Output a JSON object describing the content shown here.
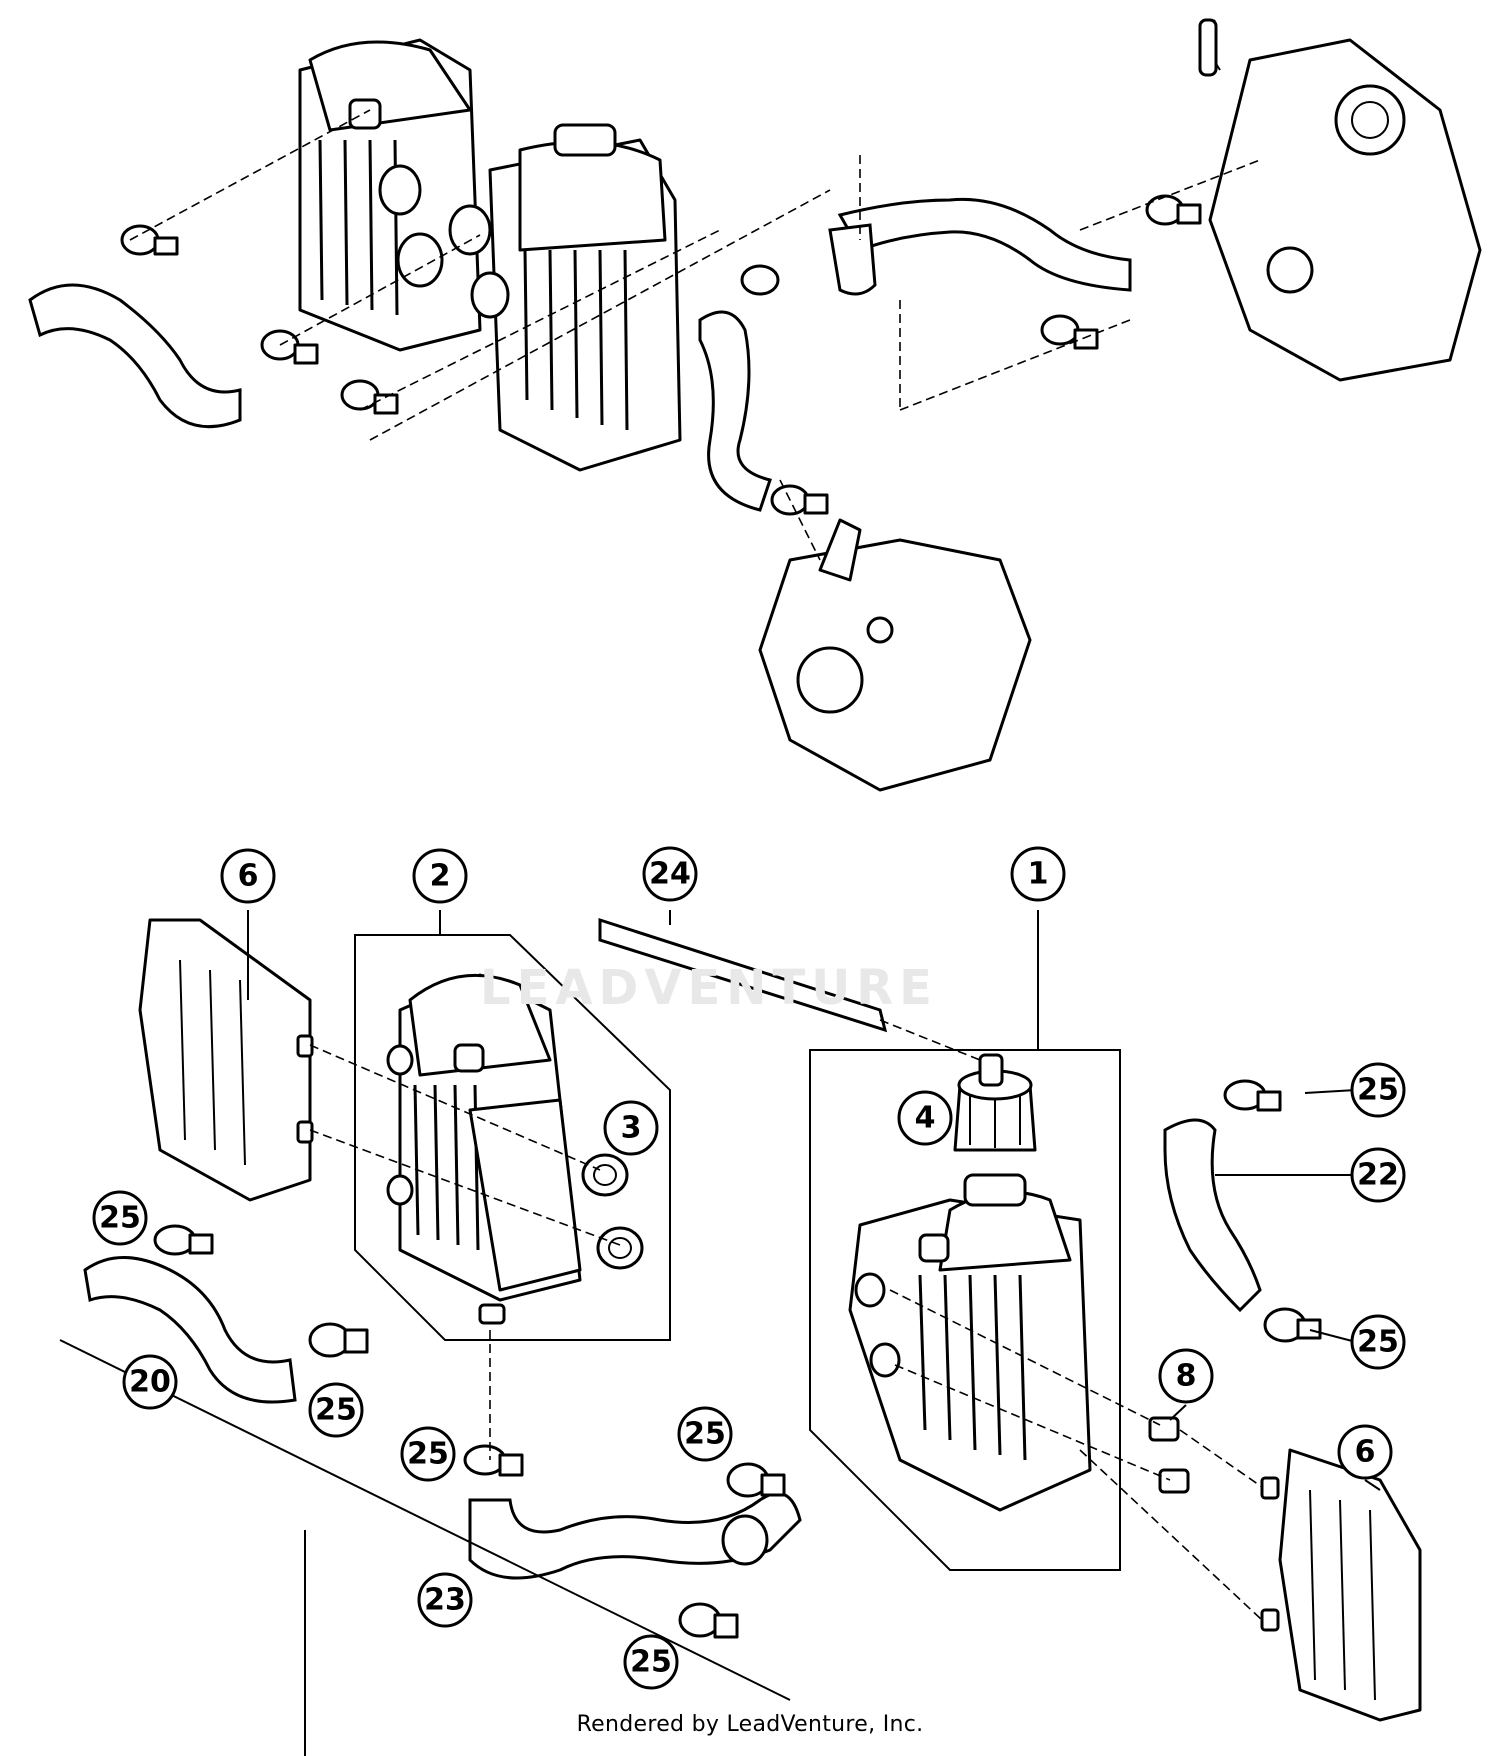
{
  "callouts": [
    {
      "id": "1",
      "label": "1"
    },
    {
      "id": "2",
      "label": "2"
    },
    {
      "id": "3",
      "label": "3"
    },
    {
      "id": "4",
      "label": "4"
    },
    {
      "id": "6a",
      "label": "6"
    },
    {
      "id": "6b",
      "label": "6"
    },
    {
      "id": "8",
      "label": "8"
    },
    {
      "id": "20",
      "label": "20"
    },
    {
      "id": "22",
      "label": "22"
    },
    {
      "id": "23",
      "label": "23"
    },
    {
      "id": "24",
      "label": "24"
    },
    {
      "id": "25a",
      "label": "25"
    },
    {
      "id": "25b",
      "label": "25"
    },
    {
      "id": "25c",
      "label": "25"
    },
    {
      "id": "25d",
      "label": "25"
    },
    {
      "id": "25e",
      "label": "25"
    },
    {
      "id": "25f",
      "label": "25"
    },
    {
      "id": "25g",
      "label": "25"
    }
  ],
  "watermark": "LEADVENTURE",
  "footer": "Rendered by LeadVenture, Inc."
}
